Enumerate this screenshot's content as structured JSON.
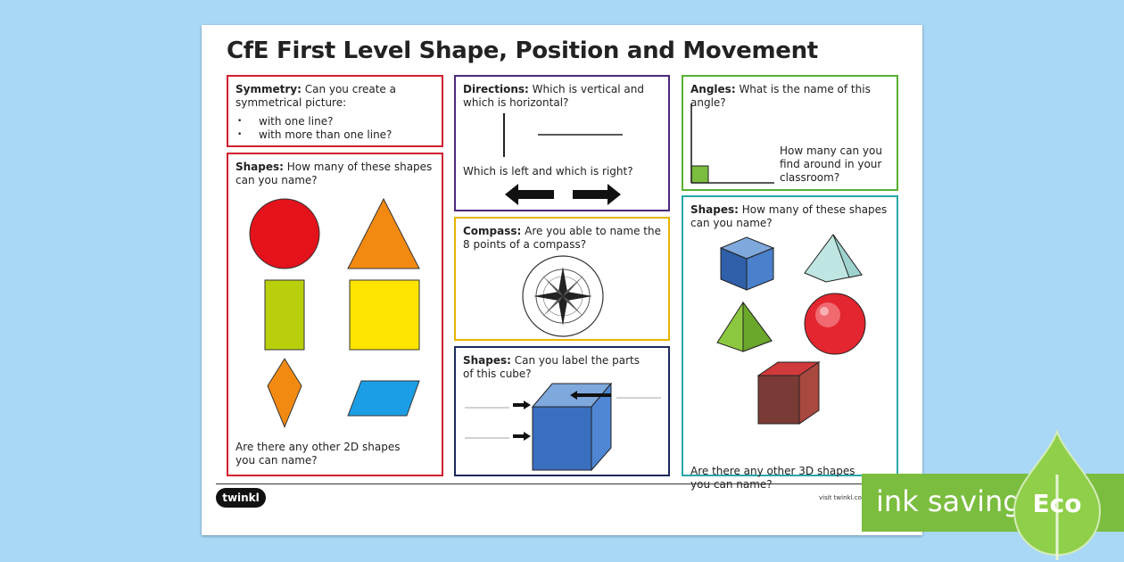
{
  "title": "CfE First Level Shape, Position and Movement",
  "symmetry": {
    "heading": "Symmetry:",
    "text": " Can you create a symmetrical picture:",
    "items": [
      "with one line?",
      "with more than one line?"
    ]
  },
  "directions": {
    "heading": "Directions:",
    "text": " Which is vertical and which is horizontal?",
    "question2": "Which is left and which is right?"
  },
  "angles": {
    "heading": "Angles:",
    "text": " What is the name of this angle?",
    "question2": "How many can you find around in your classroom?"
  },
  "shapes2d": {
    "heading": "Shapes:",
    "text": " How many of these shapes can you name?",
    "question2": "Are there any other 2D shapes you can name?"
  },
  "compass": {
    "heading": "Compass:",
    "text": " Are you able to name the 8 points of a compass?"
  },
  "cube": {
    "heading": "Shapes:",
    "text": " Can you label the parts of this cube?"
  },
  "shapes3d": {
    "heading": "Shapes:",
    "text": " How many of these shapes can you name?",
    "question2": "Are there any other 3D shapes you can name?"
  },
  "footer": {
    "logo": "twinkl",
    "visit": "visit twinkl.co"
  },
  "eco": {
    "label": "ink saving",
    "badge": "Eco"
  },
  "colors": {
    "red": "#d0202e",
    "purple": "#4a2a7a",
    "green": "#58b030",
    "gold": "#e6b400",
    "navy": "#1d2a5c",
    "teal": "#2aa7a8"
  }
}
